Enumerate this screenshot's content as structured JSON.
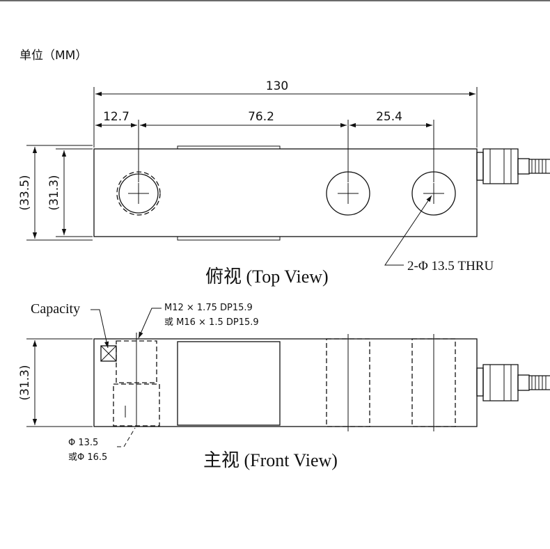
{
  "unit_label": "单位（MM）",
  "top_view": {
    "title": "俯视 (Top View)",
    "dimensions": {
      "overall_length": "130",
      "left_hole_offset": "12.7",
      "hole_spacing": "76.2",
      "right_hole_spacing": "25.4",
      "height_outer": "(33.5)",
      "height_inner": "(31.3)"
    },
    "hole_callout": "2-Φ 13.5 THRU"
  },
  "front_view": {
    "title": "主视 (Front View)",
    "height_label": "(31.3)",
    "capacity_label": "Capacity",
    "thread_callout_1": "M12 × 1.75 DP15.9",
    "thread_callout_2": "或 M16 × 1.5 DP15.9",
    "bore_callout_1": "Φ 13.5",
    "bore_callout_2": "或Φ 16.5"
  }
}
